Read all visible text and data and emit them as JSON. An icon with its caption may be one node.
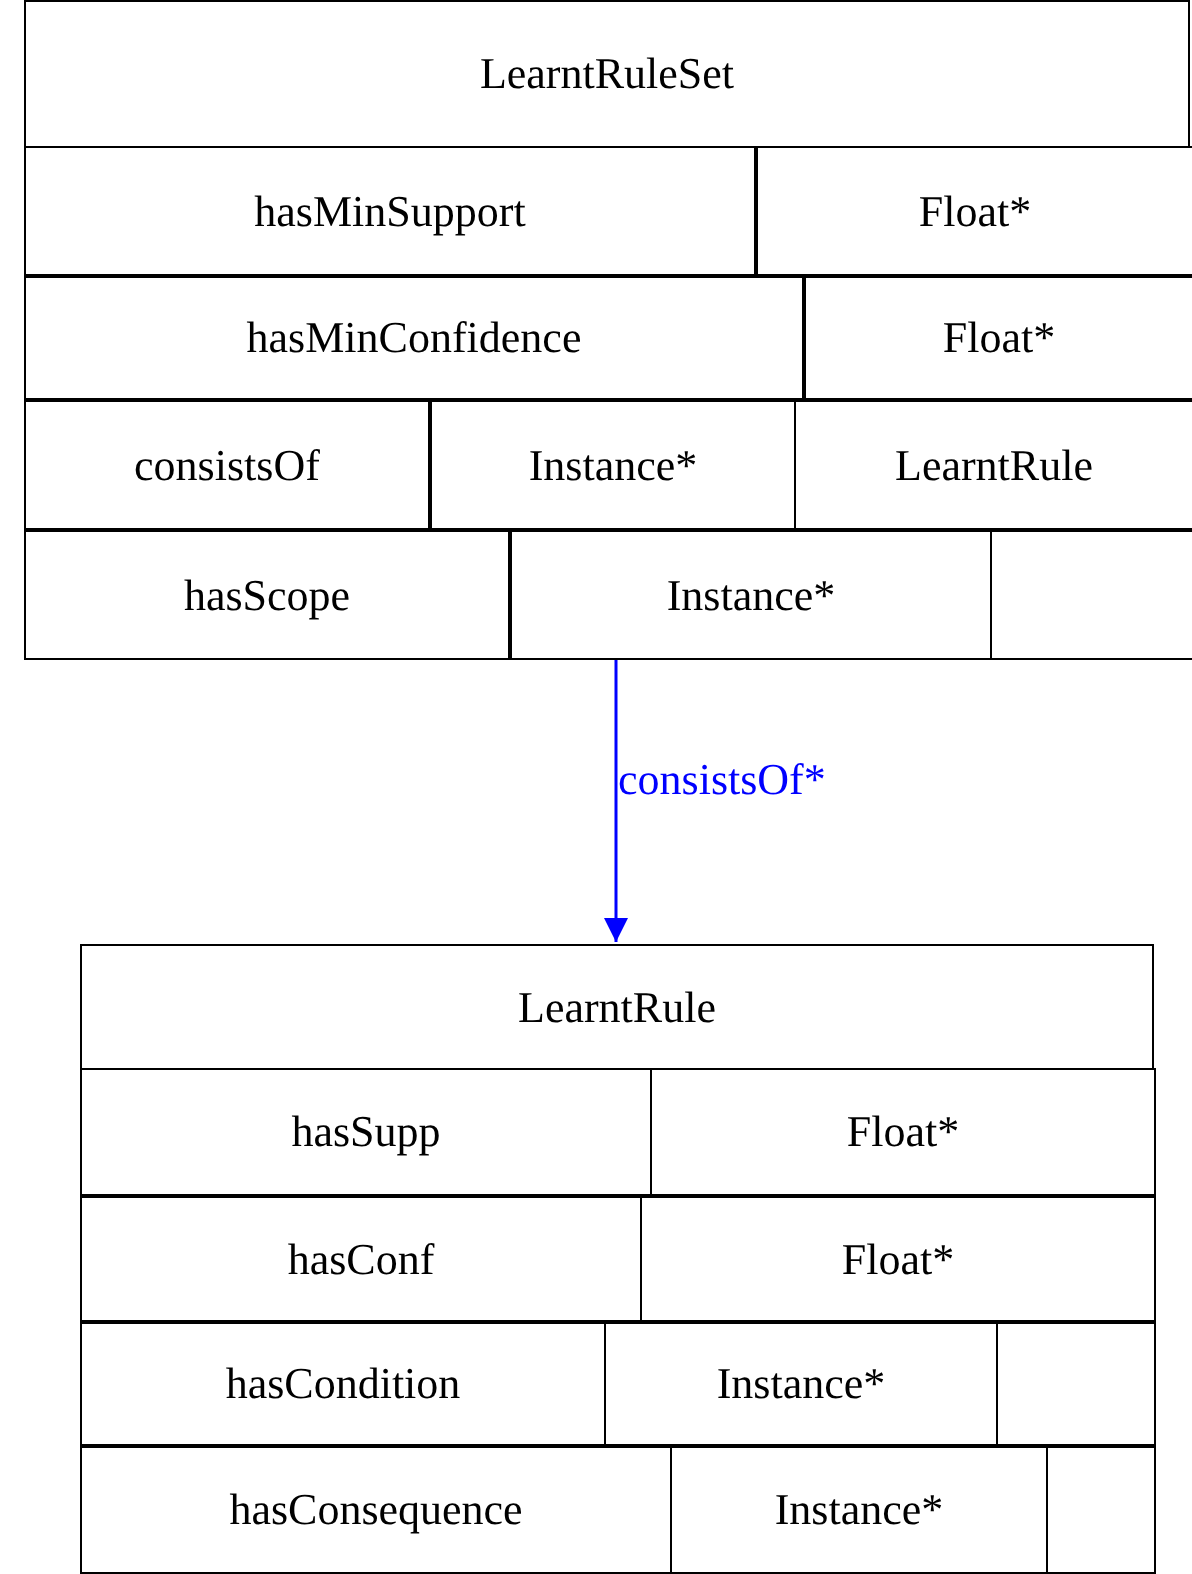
{
  "diagram": {
    "nodes": [
      {
        "text": [
          "LearntRuleSet"
        ]
      },
      {
        "text": [
          "hasMinSupport"
        ],
        "in": 0
      },
      {
        "text": [
          "Float*"
        ],
        "in": 0
      },
      {
        "text": [
          "hasMinConfidence"
        ],
        "in": 0
      },
      {
        "text": [
          "Float*"
        ],
        "in": 0
      },
      {
        "text": [
          "consistsOf"
        ],
        "in": 0
      },
      {
        "text": [
          "Instance*"
        ],
        "in": 0
      },
      {
        "text": [
          "LearntRule"
        ],
        "in": 0
      },
      {
        "text": [
          "hasScope"
        ],
        "in": 0
      },
      {
        "text": [
          "Instance*"
        ],
        "in": 0
      },
      {
        "text": [],
        "shape": "box",
        "in": 0
      },
      {
        "text": [
          "LearntRule"
        ]
      },
      {
        "text": [
          "hasSupp"
        ],
        "in": 11
      },
      {
        "text": [
          "Float*"
        ],
        "in": 11
      },
      {
        "text": [
          "hasConf"
        ],
        "in": 11
      },
      {
        "text": [
          "Float*"
        ],
        "in": 11
      },
      {
        "text": [
          "hasCondition"
        ],
        "in": 11
      },
      {
        "text": [
          "Instance*"
        ],
        "in": 11
      },
      {
        "text": [],
        "shape": "box",
        "in": 11
      },
      {
        "text": [
          "hasConsequence"
        ],
        "in": 11
      },
      {
        "text": [
          "Instance*"
        ],
        "in": 11
      },
      {
        "text": [],
        "shape": "box",
        "in": 11
      }
    ],
    "edges": [
      {
        "from": 0,
        "to": 11,
        "arrow": "to",
        "label": "consistsOf*",
        "color": "#0000ff"
      }
    ]
  }
}
